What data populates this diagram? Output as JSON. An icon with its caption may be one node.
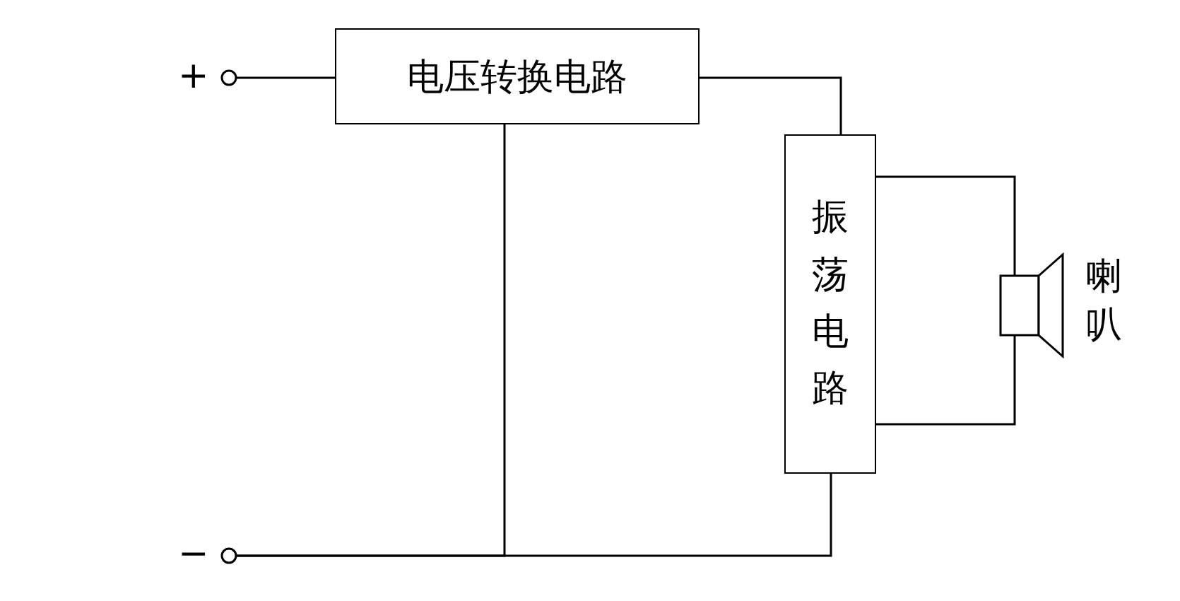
{
  "diagram": {
    "nodes": [
      {
        "text": [],
        "shape": "circle",
        "beside": [
          "+"
        ]
      },
      {
        "text": [
          "电压转换电路"
        ]
      },
      {
        "text": [
          "振荡电路"
        ]
      },
      {
        "text": [],
        "shape": "speaker",
        "beside": [
          "喇叭"
        ]
      },
      {
        "text": [],
        "shape": "circle",
        "beside": [
          "−"
        ]
      }
    ],
    "edges": [
      {
        "from": 0,
        "to": 1,
        "arrow": "none"
      },
      {
        "from": 1,
        "to": 2,
        "arrow": "none"
      },
      {
        "from": 2,
        "to": 3,
        "arrow": "none"
      },
      {
        "from": 2,
        "to": 3,
        "arrow": "none"
      },
      {
        "from": 1,
        "to": 4,
        "arrow": "none"
      },
      {
        "from": 4,
        "to": 2,
        "arrow": "none"
      }
    ]
  }
}
